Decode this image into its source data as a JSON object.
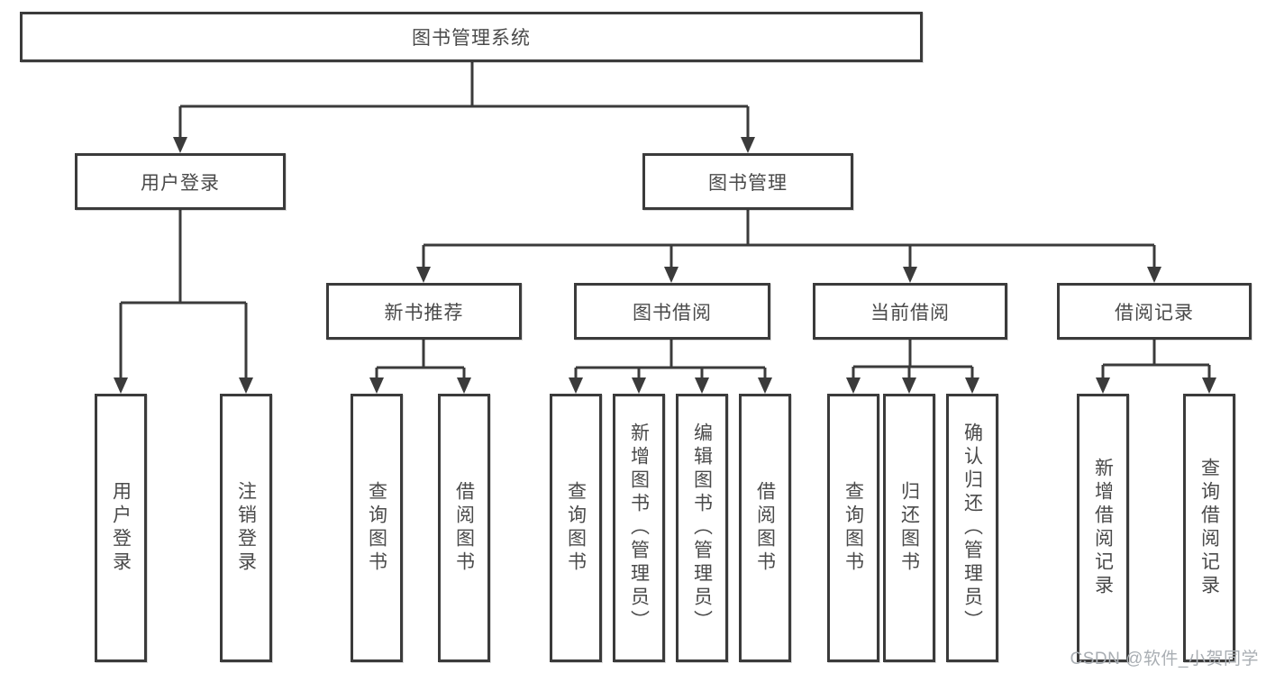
{
  "diagram": {
    "title": "图书管理系统",
    "tree": {
      "label": "图书管理系统",
      "children": [
        {
          "label": "用户登录",
          "children": [
            {
              "label": "用户登录"
            },
            {
              "label": "注销登录"
            }
          ]
        },
        {
          "label": "图书管理",
          "children": [
            {
              "label": "新书推荐",
              "children": [
                {
                  "label": "查询图书"
                },
                {
                  "label": "借阅图书"
                }
              ]
            },
            {
              "label": "图书借阅",
              "children": [
                {
                  "label": "查询图书"
                },
                {
                  "label": "新增图书（管理员）"
                },
                {
                  "label": "编辑图书（管理员）"
                },
                {
                  "label": "借阅图书"
                }
              ]
            },
            {
              "label": "当前借阅",
              "children": [
                {
                  "label": "查询图书"
                },
                {
                  "label": "归还图书"
                },
                {
                  "label": "确认归还（管理员）"
                }
              ]
            },
            {
              "label": "借阅记录",
              "children": [
                {
                  "label": "新增借阅记录"
                },
                {
                  "label": "查询借阅记录"
                }
              ]
            }
          ]
        }
      ]
    },
    "colors": {
      "line": "#3b3b3b",
      "node_text": "#4a4a4a",
      "node_background": "#ffffff",
      "watermark_text": "#a9aeb3"
    }
  },
  "watermark": {
    "label": "CSDN @软件_小贺同学"
  }
}
